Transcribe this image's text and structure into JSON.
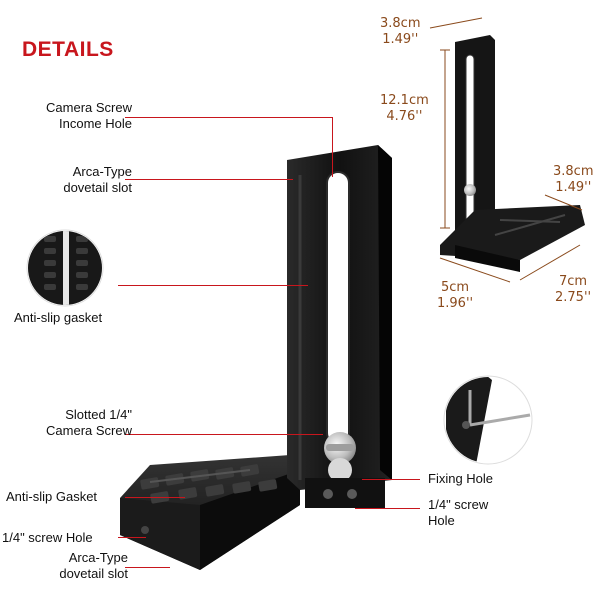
{
  "title": "DETAILS",
  "colors": {
    "title": "#c8161d",
    "leader": "#c8161d",
    "dimension": "#8a4a1c",
    "bracket": "#121212"
  },
  "left_labels": {
    "camera_screw_hole": [
      "Camera Screw",
      "Income Hole"
    ],
    "dovetail_top": [
      "Arca-Type",
      "dovetail slot"
    ],
    "anti_slip_gasket_upper": "Anti-slip gasket",
    "slotted_screw": [
      "Slotted 1/4\"",
      "Camera Screw"
    ],
    "anti_slip_gasket_lower": "Anti-slip Gasket",
    "screw_hole_left": "1/4\" screw Hole",
    "dovetail_bottom": [
      "Arca-Type",
      "dovetail slot"
    ]
  },
  "right_labels": {
    "fixing_hole": "Fixing Hole",
    "screw_hole_right": [
      "1/4\" screw",
      "Hole"
    ]
  },
  "dimensions": {
    "top_width": [
      "3.8cm",
      "1.49''"
    ],
    "height": [
      "12.1cm",
      "4.76''"
    ],
    "base_width": [
      "3.8cm",
      "1.49''"
    ],
    "base_short": [
      "5cm",
      "1.96''"
    ],
    "base_long": [
      "7cm",
      "2.75''"
    ]
  },
  "icons": [
    "anti-slip-closeup-icon",
    "hex-key-closeup-icon",
    "l-bracket-icon"
  ]
}
